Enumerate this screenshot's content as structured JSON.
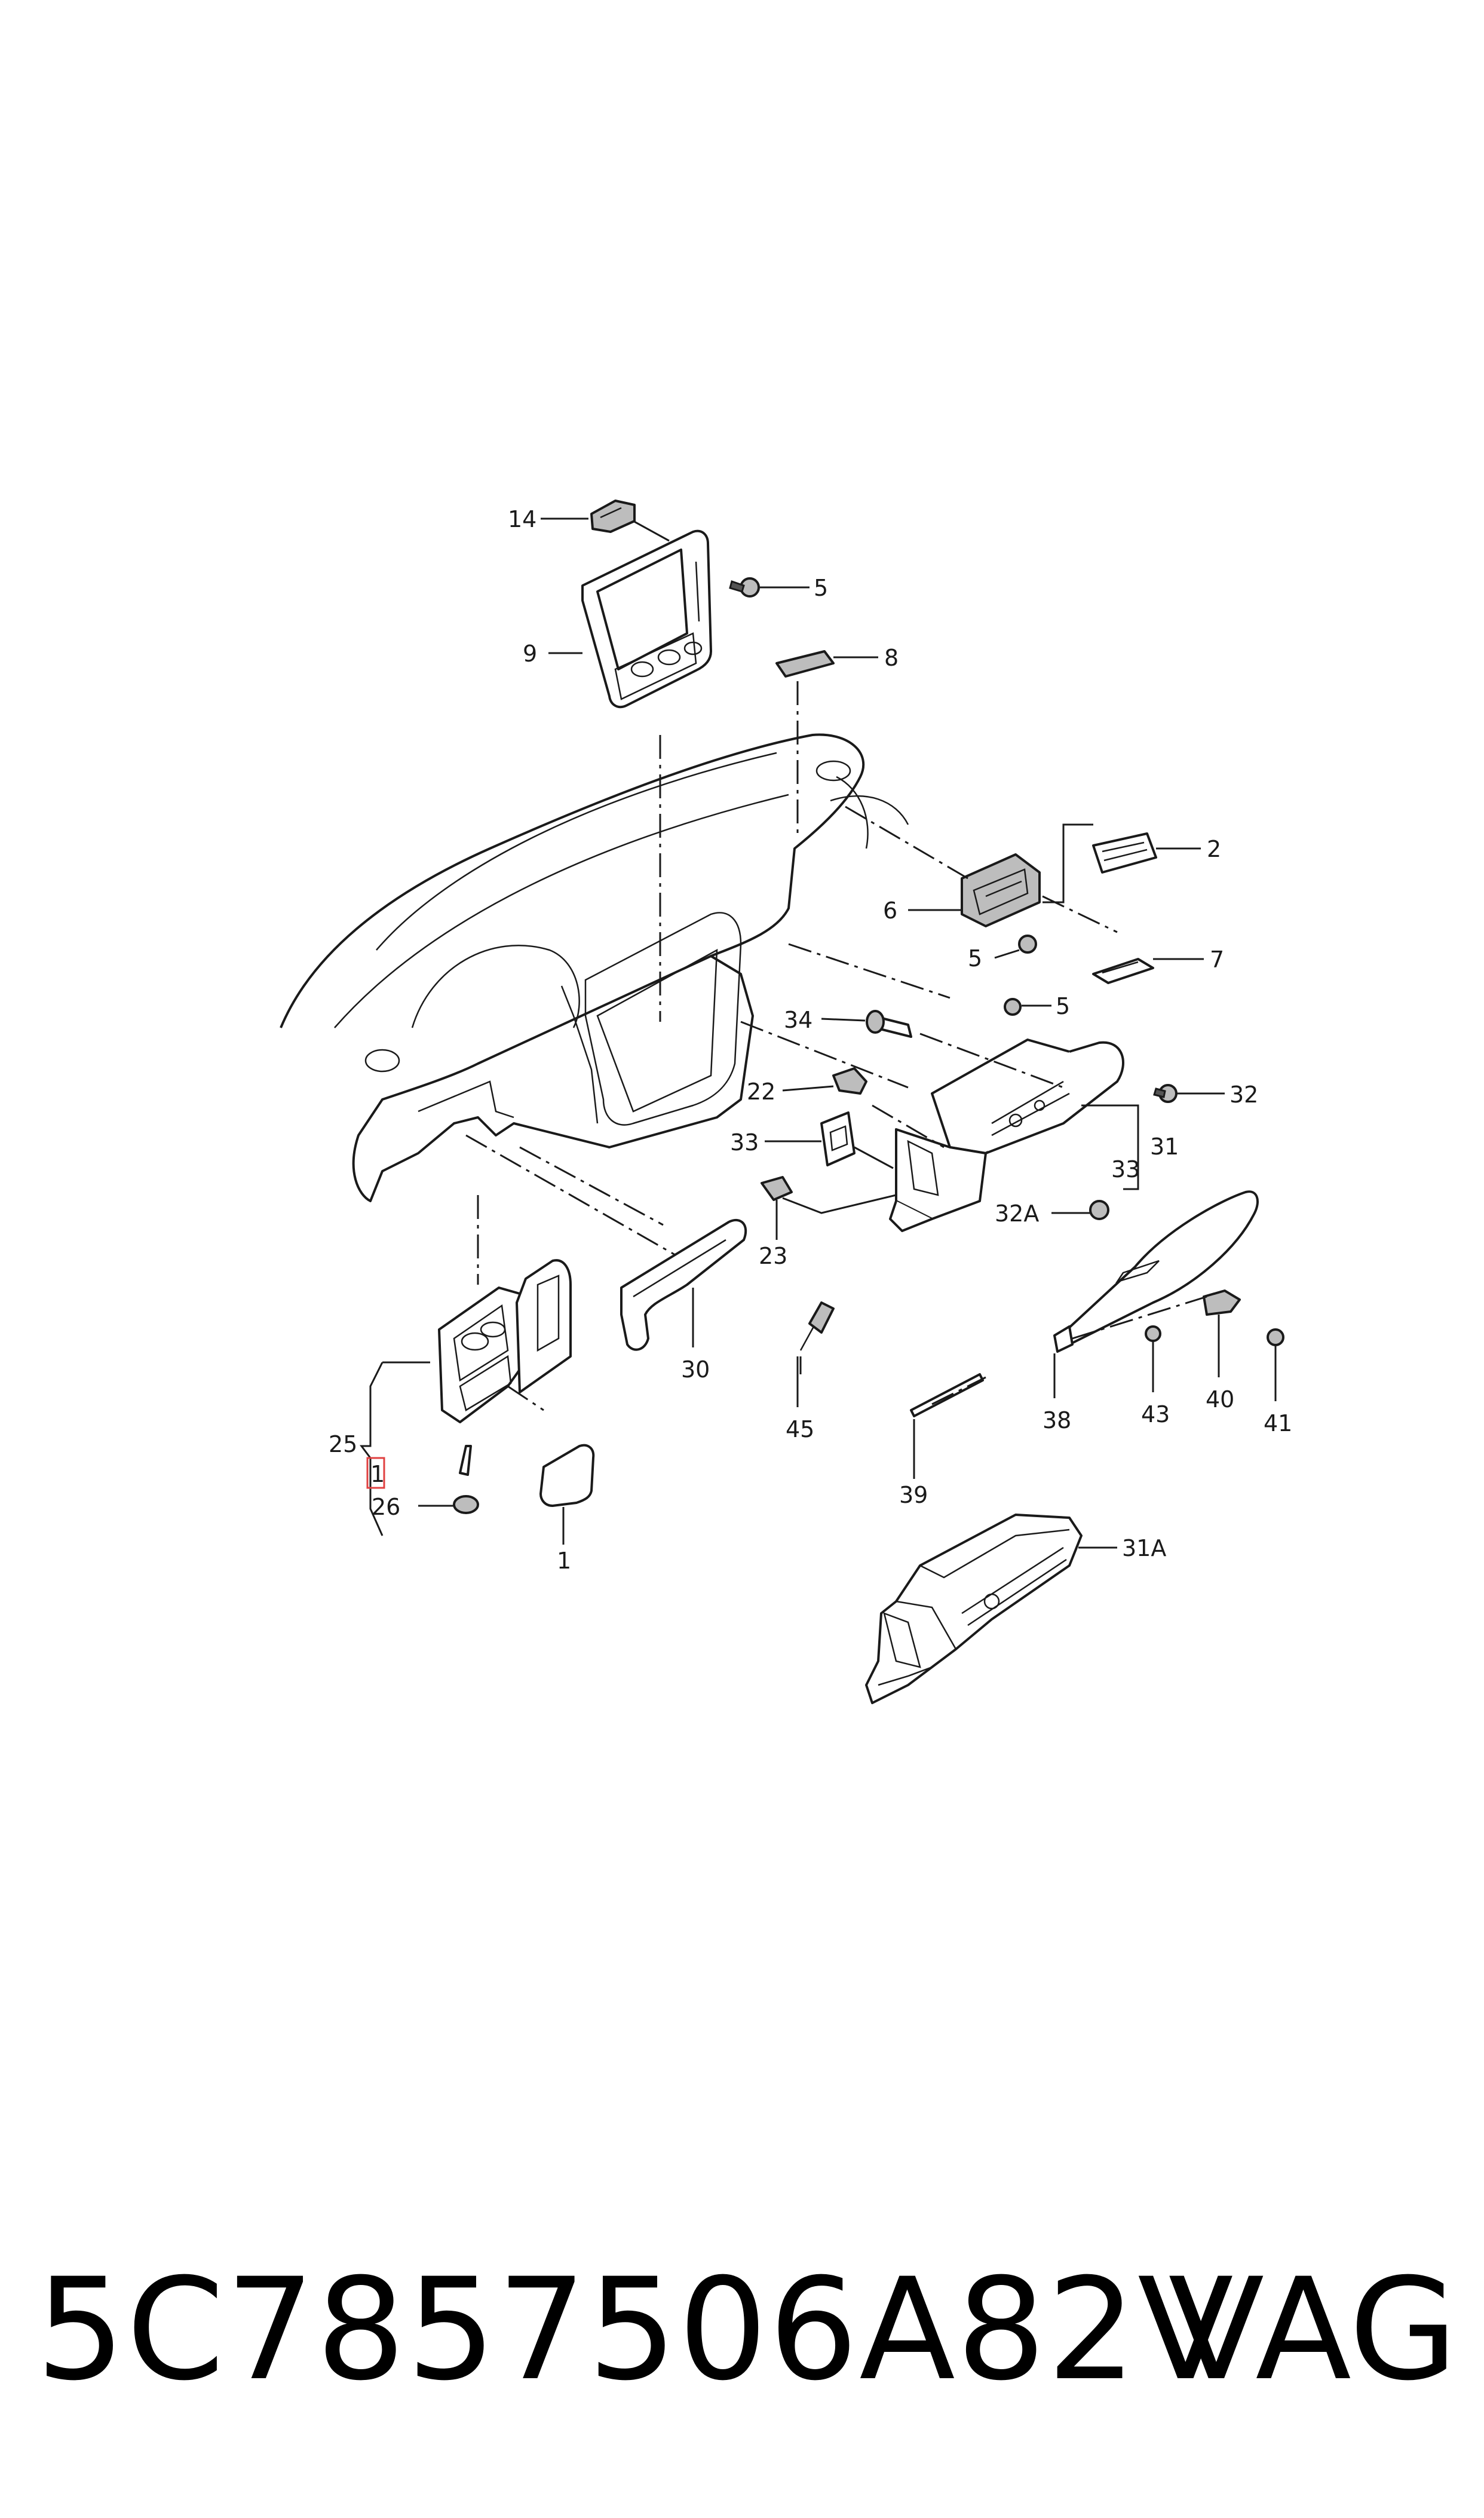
{
  "callouts": {
    "c14": "14",
    "c5a": "5",
    "c9": "9",
    "c8": "8",
    "c2": "2",
    "c6": "6",
    "c5b": "5",
    "c7": "7",
    "c5c": "5",
    "c34": "34",
    "c22": "22",
    "c32": "32",
    "c33a": "33",
    "c33b": "33",
    "c31": "31",
    "c32a": "32A",
    "c23": "23",
    "c30": "30",
    "c45": "45",
    "c38": "38",
    "c43": "43",
    "c40": "40",
    "c41": "41",
    "c25": "25",
    "c1a": "1",
    "c26": "26",
    "c1b": "1",
    "c39": "39",
    "c31a": "31A"
  },
  "footer": {
    "part_number": "5C7857506A82V",
    "brand": "VAG"
  }
}
